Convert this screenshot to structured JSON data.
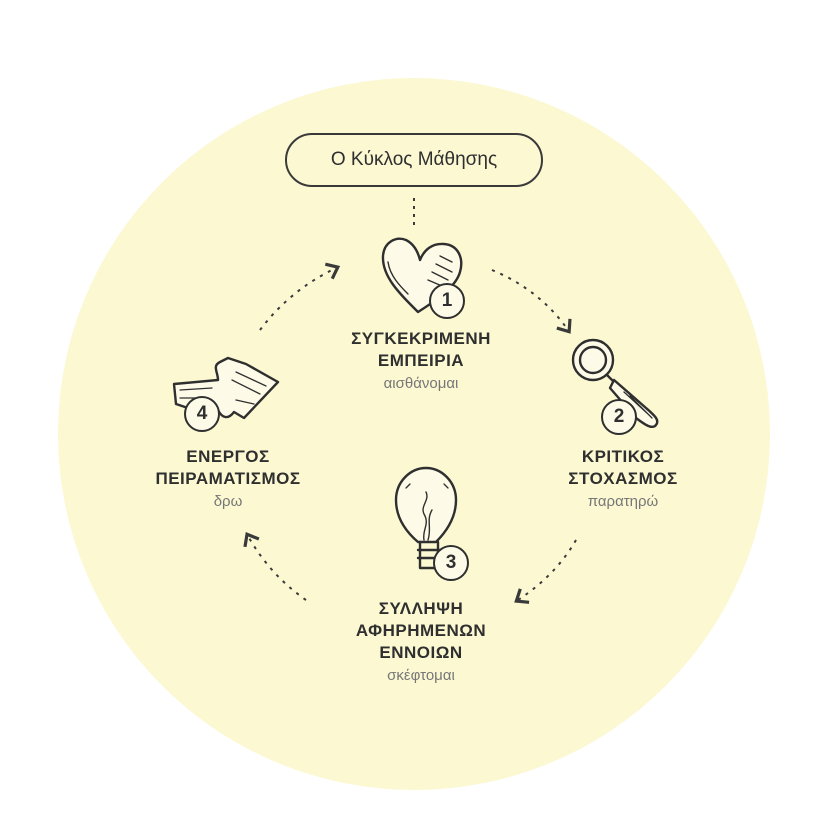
{
  "title": "Ο Κύκλος Μάθησης",
  "colors": {
    "background_circle": "#fbf8d2",
    "ink": "#2f2f2f",
    "verb": "#777777"
  },
  "stages": [
    {
      "number": "1",
      "line1": "ΣΥΓΚΕΚΡΙΜΕΝΗ",
      "line2": "ΕΜΠΕΙΡΙΑ",
      "line3": "",
      "verb": "αισθάνομαι",
      "icon": "heart-icon"
    },
    {
      "number": "2",
      "line1": "ΚΡΙΤΙΚΟΣ",
      "line2": "ΣΤΟΧΑΣΜΟΣ",
      "line3": "",
      "verb": "παρατηρώ",
      "icon": "magnifier-icon"
    },
    {
      "number": "3",
      "line1": "ΣΥΛΛΗΨΗ",
      "line2": "ΑΦΗΡΗΜΕΝΩΝ",
      "line3": "ΕΝΝΟΙΩΝ",
      "verb": "σκέφτομαι",
      "icon": "lightbulb-icon"
    },
    {
      "number": "4",
      "line1": "ΕΝΕΡΓΟΣ",
      "line2": "ΠΕΙΡΑΜΑΤΙΣΜΟΣ",
      "line3": "",
      "verb": "δρω",
      "icon": "puzzle-icon"
    }
  ]
}
